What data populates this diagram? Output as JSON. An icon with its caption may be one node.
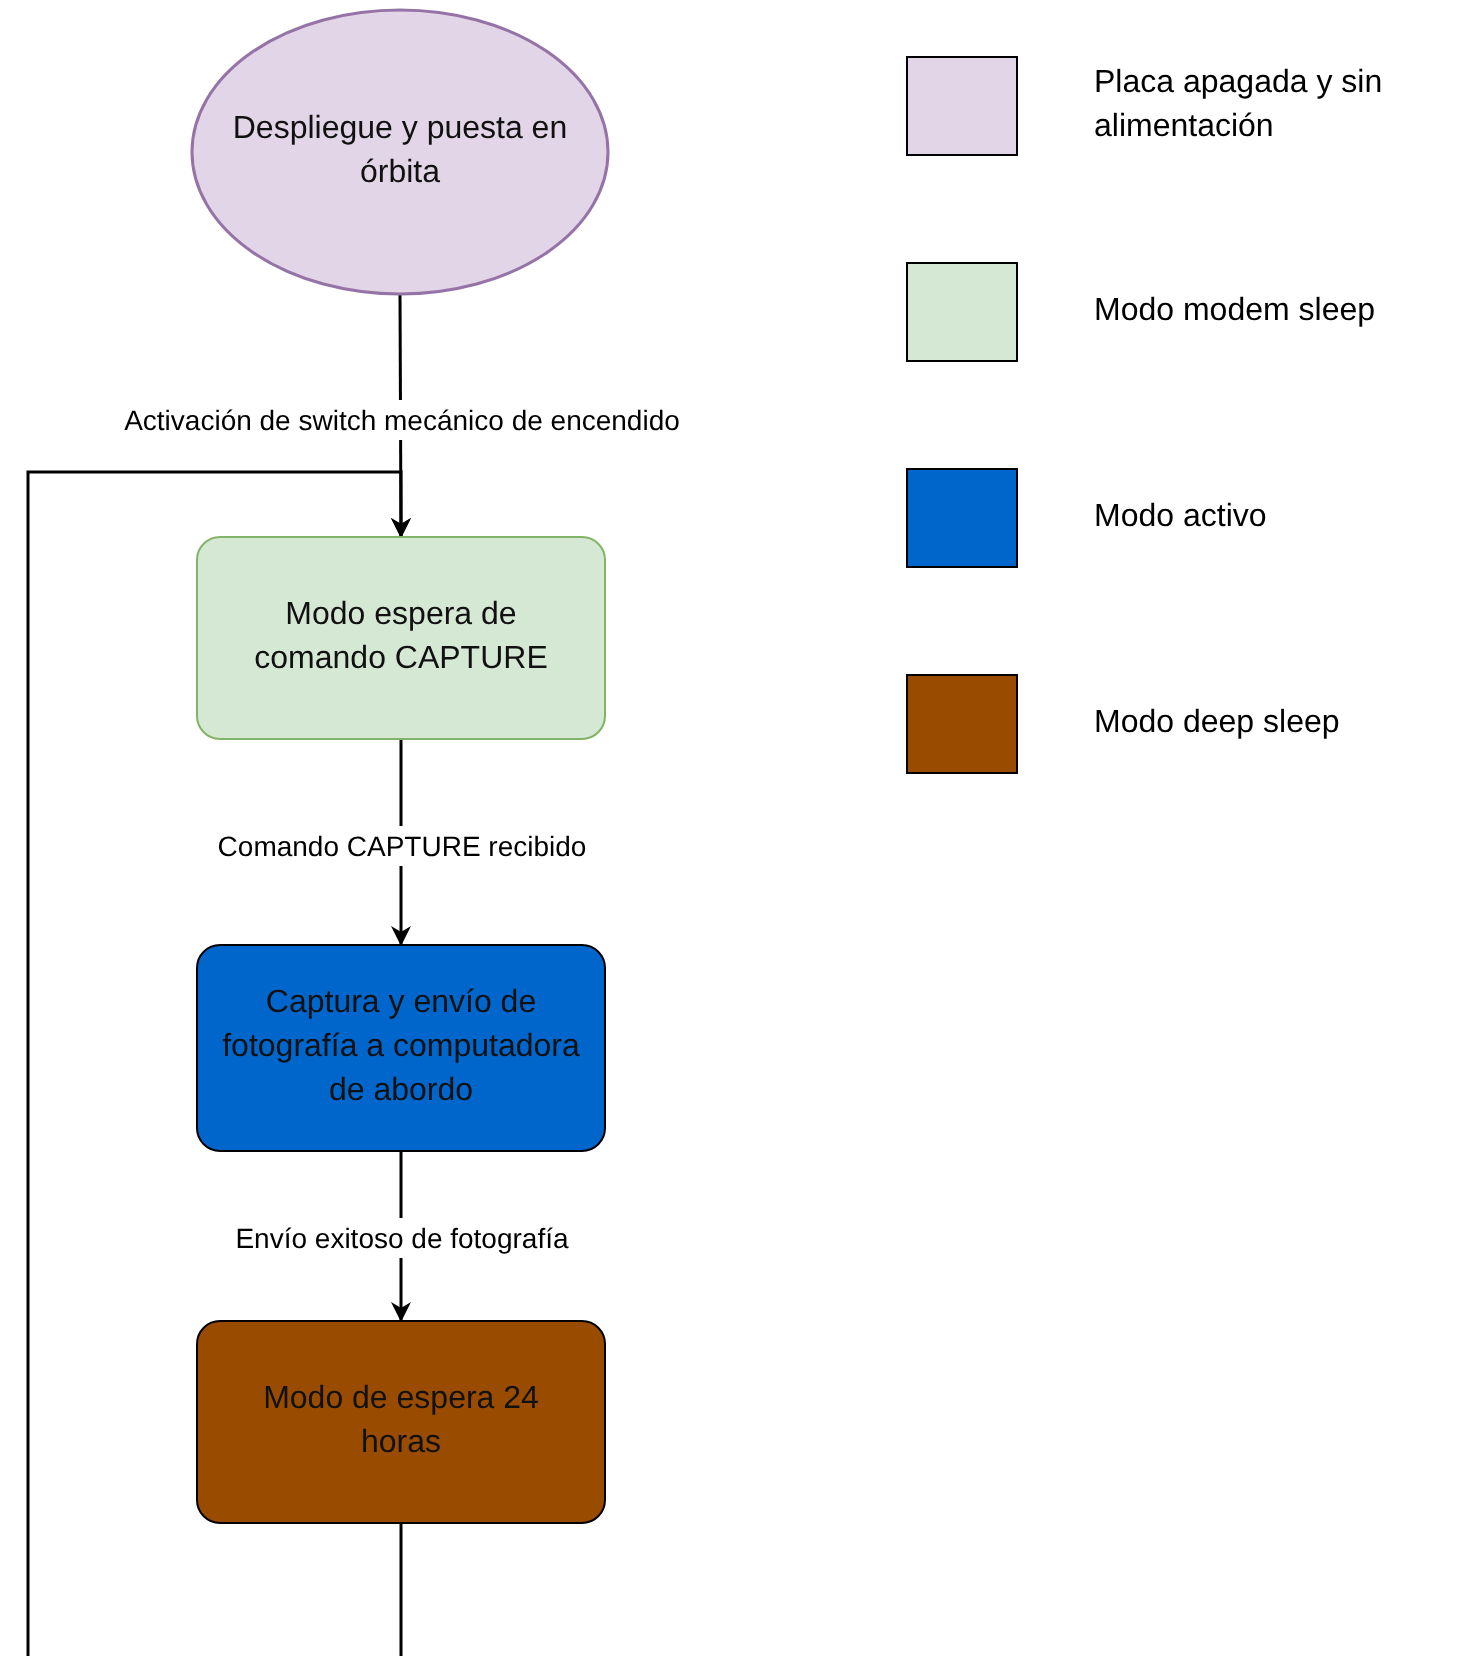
{
  "diagram": {
    "nodes": [
      {
        "text": [
          "Despliegue y puesta en órbita"
        ]
      },
      {
        "text": [
          "Modo espera de comando CAPTURE"
        ]
      },
      {
        "text": [
          "Captura y envío de fotografía a computadora de abordo"
        ]
      },
      {
        "text": [
          "Modo de espera 24 horas"
        ]
      }
    ],
    "edges": [
      {
        "from": 0,
        "to": 1,
        "arrow": "to",
        "label": "Activación de switch mecánico de encendido"
      },
      {
        "from": 1,
        "to": 2,
        "arrow": "to",
        "label": "Comando CAPTURE recibido"
      },
      {
        "from": 2,
        "to": 3,
        "arrow": "to",
        "label": "Envío exitoso de fotografía"
      },
      {
        "from": 3,
        "to": 1,
        "arrow": "to"
      }
    ],
    "legend": [
      {
        "text": "Placa apagada y sin alimentación",
        "color": "#e1d5e7"
      },
      {
        "text": "Modo modem sleep",
        "color": "#d5e8d4"
      },
      {
        "text": "Modo activo",
        "color": "#0066cc"
      },
      {
        "text": "Modo deep sleep",
        "color": "#994c00"
      }
    ]
  }
}
